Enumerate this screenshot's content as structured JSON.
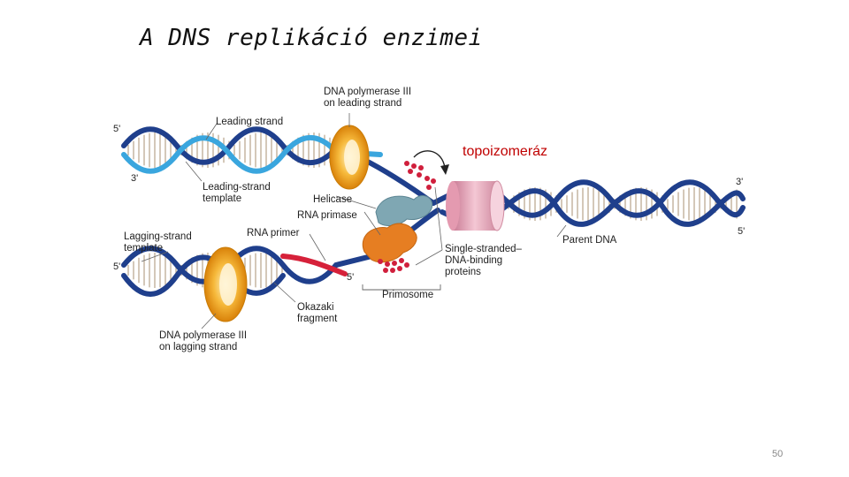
{
  "slide": {
    "title": "A DNS replikáció enzimei",
    "page_number": "50"
  },
  "diagram": {
    "labels": {
      "pol_leading": "DNA polymerase III\non leading strand",
      "leading_strand": "Leading strand",
      "leading_template": "Leading-strand\ntemplate",
      "helicase": "Helicase",
      "rna_primase": "RNA primase",
      "rna_primer": "RNA primer",
      "lagging_template": "Lagging-strand\ntemplate",
      "ssb": "Single-stranded–\nDNA-binding\nproteins",
      "primosome": "Primosome",
      "parent_dna": "Parent DNA",
      "okazaki": "Okazaki\nfragment",
      "pol_lagging": "DNA polymerase III\non lagging strand",
      "topoisomerase": "topoizomeráz"
    },
    "ends": {
      "top_left_5": "5'",
      "top_left_3": "3'",
      "right_3": "3'",
      "right_5": "5'",
      "bottom_left_5": "5'",
      "primer_5": "5'"
    },
    "colors": {
      "strand_dark": "#1f3f8c",
      "strand_light": "#3aa6de",
      "base_pairs": "#b8a48a",
      "polymerase": "#f2a31c",
      "helicase": "#7fa7b3",
      "primase": "#e67e22",
      "topoisomerase": "#e9a6b9",
      "ssb": "#d01f3c",
      "rna_primer": "#d6213a",
      "topo_label": "#c00000"
    }
  }
}
